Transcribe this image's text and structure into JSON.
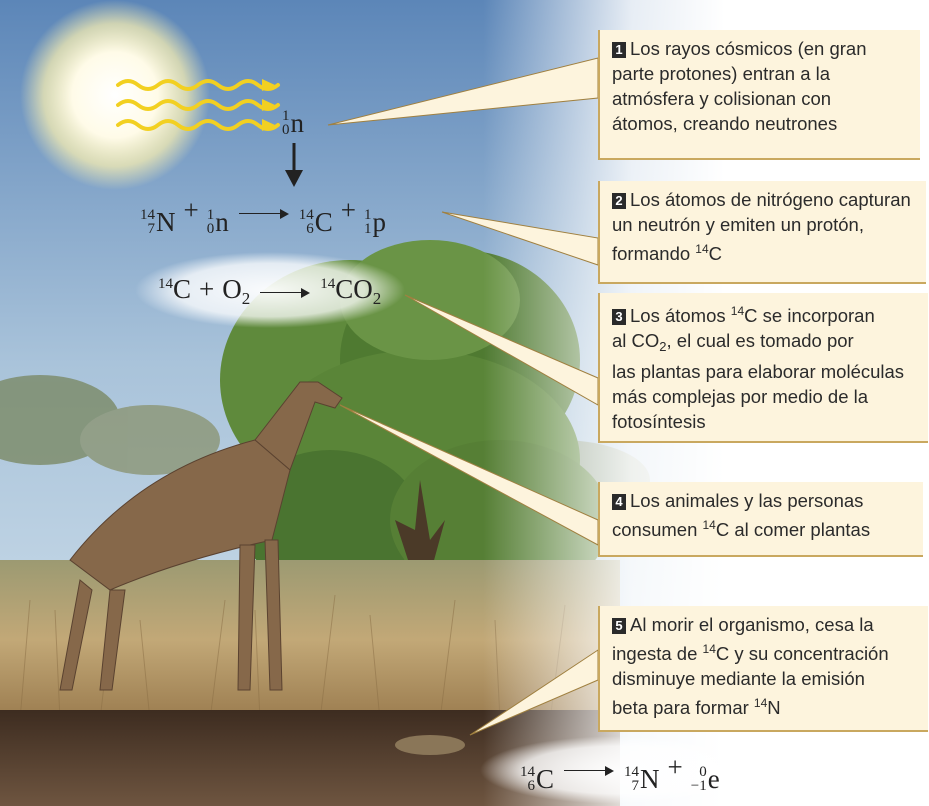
{
  "steps": [
    {
      "num": "1",
      "lines": [
        "Los rayos cósmicos (en gran",
        "parte protones) entran a la",
        "atmósfera y colisionan con",
        "átomos, creando neutrones"
      ]
    },
    {
      "num": "2",
      "lines": [
        "Los átomos de nitrógeno capturan",
        "un neutrón y emiten un protón,"
      ],
      "last_prefix": "formando ",
      "last_mass": "14",
      "last_symbol": "C"
    },
    {
      "num": "3",
      "line1_prefix": "Los átomos ",
      "line1_mass": "14",
      "line1_symbol": "C",
      "line1_suffix": " se incorporan",
      "line2_prefix": "al CO",
      "line2_sub": "2",
      "line2_suffix": ", el cual es tomado por",
      "lines": [
        "las plantas para elaborar moléculas",
        "más complejas por medio de la",
        "fotosíntesis"
      ]
    },
    {
      "num": "4",
      "line1": "Los animales y las personas",
      "line2_prefix": "consumen ",
      "line2_mass": "14",
      "line2_suffix": "C al comer plantas"
    },
    {
      "num": "5",
      "line1": "Al morir el organismo, cesa la",
      "line2_prefix": "ingesta de ",
      "line2_mass": "14",
      "line2_suffix": "C y su concentración",
      "line3": "disminuye mediante la emisión",
      "line4_prefix": "beta para formar ",
      "line4_mass": "14",
      "line4_suffix": "N"
    }
  ],
  "equations": {
    "neutron": {
      "mass": "1",
      "atomic": "0",
      "symbol": "n"
    },
    "capture": {
      "n14": {
        "mass": "14",
        "atomic": "7",
        "symbol": "N"
      },
      "plus1": "+",
      "neutron": {
        "mass": "1",
        "atomic": "0",
        "symbol": "n"
      },
      "c14": {
        "mass": "14",
        "atomic": "6",
        "symbol": "C"
      },
      "plus2": "+",
      "proton": {
        "mass": "1",
        "atomic": "1",
        "symbol": "p"
      }
    },
    "oxidation": {
      "c_mass": "14",
      "c_symbol": "C",
      "plus": "+",
      "o2": "O",
      "o2_sub": "2",
      "co2_mass": "14",
      "co2": "CO",
      "co2_sub": "2"
    },
    "decay": {
      "c14": {
        "mass": "14",
        "atomic": "6",
        "symbol": "C"
      },
      "n14": {
        "mass": "14",
        "atomic": "7",
        "symbol": "N"
      },
      "plus": "+",
      "electron": {
        "mass": "0",
        "atomic": "−1",
        "symbol": "e"
      }
    }
  },
  "colors": {
    "box_fill": "#fdf4dd",
    "box_border": "#c9a85f",
    "sky_top": "#5c86b8",
    "sky_bottom": "#d6e4ee",
    "grass": "#b69a6a",
    "tree": "#577a36",
    "soil": "#5e4634"
  }
}
